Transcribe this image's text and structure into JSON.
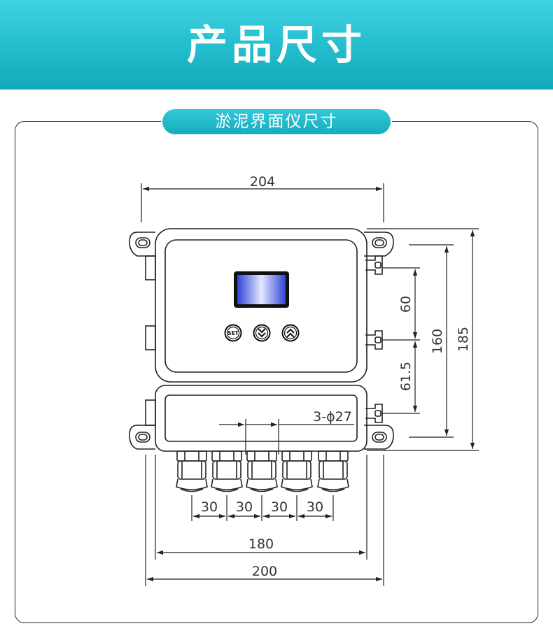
{
  "header": {
    "title": "产品尺寸"
  },
  "section": {
    "title": "淤泥界面仪尺寸"
  },
  "device": {
    "buttons": [
      {
        "label": "SET",
        "icon": "set-button-icon"
      },
      {
        "label": "",
        "icon": "chevron-double-down-icon"
      },
      {
        "label": "",
        "icon": "chevron-double-up-icon"
      }
    ],
    "screen_color": "#3a54d8"
  },
  "dimensions": {
    "top_width": "204",
    "hole_spacing_1": "60",
    "hole_spacing_2": "61.5",
    "mount_height": "160",
    "total_height": "185",
    "hole_label": "3-ϕ27",
    "gland_spacing": [
      "30",
      "30",
      "30",
      "30"
    ],
    "inner_width": "180",
    "bottom_width": "200"
  },
  "colors": {
    "banner": "#22bccc",
    "line": "#222222"
  }
}
